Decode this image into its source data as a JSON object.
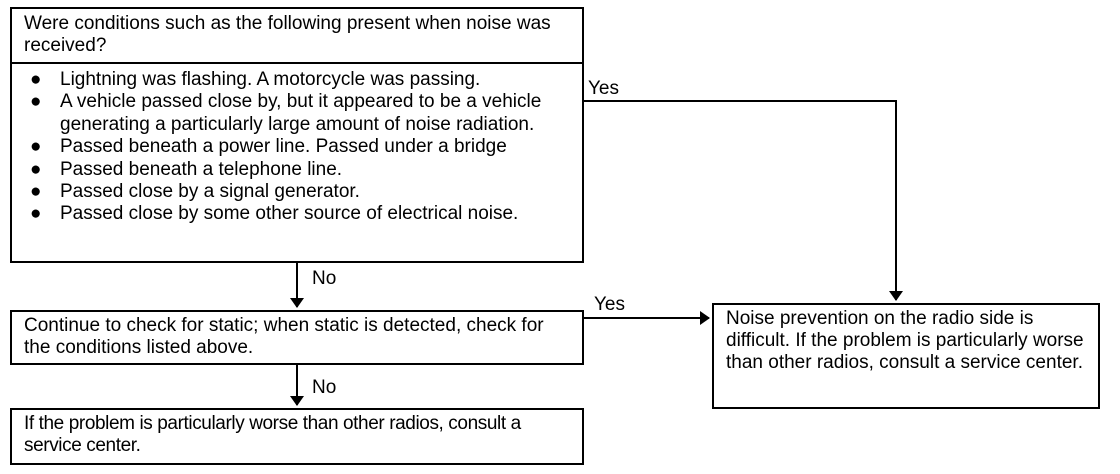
{
  "question": {
    "header": "Were conditions such as the following present when noise was received?",
    "conditions": [
      "Lightning was flashing. A motorcycle was passing.",
      "A vehicle passed close by, but it appeared to be a vehicle generating a particularly large amount of noise radiation.",
      "Passed beneath a power line. Passed under a bridge",
      "Passed beneath a telephone line.",
      "Passed close by a signal generator.",
      "Passed close by some other source of electrical noise."
    ]
  },
  "bullet_symbol": "●",
  "static_check": "Continue to check for static; when static is detected, check for the conditions listed above.",
  "final_step": "If the problem is particularly worse than other radios, consult a service center.",
  "result": "Noise prevention on the radio side is difficult. If the problem is particularly worse than other radios, consult a service center.",
  "labels": {
    "yes_top": "Yes",
    "no_first": "No",
    "yes_middle": "Yes",
    "no_second": "No"
  }
}
